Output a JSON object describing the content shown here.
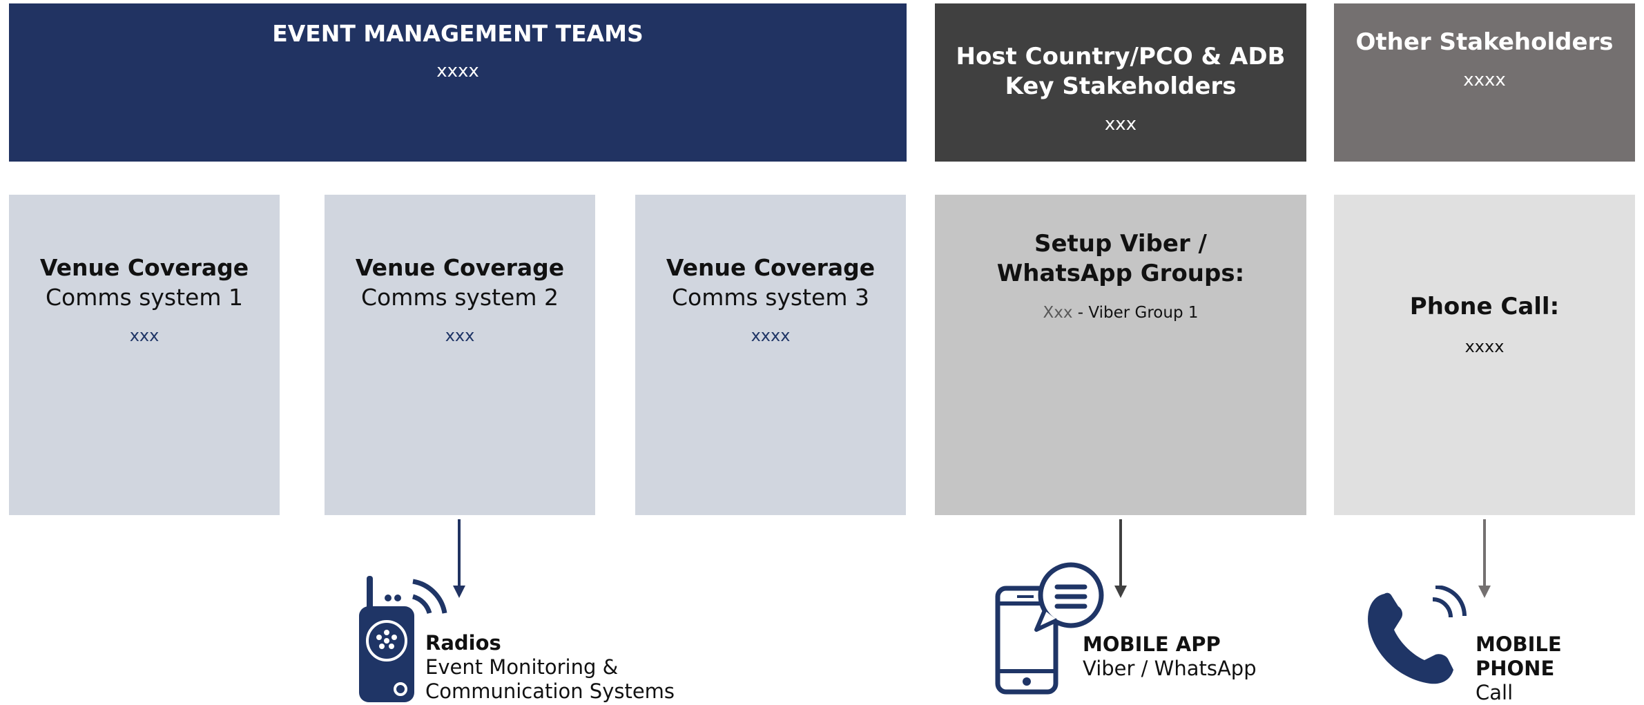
{
  "headers": {
    "event_teams": {
      "title": "EVENT MANAGEMENT TEAMS",
      "sub": "xxxx",
      "color": "#213362"
    },
    "host": {
      "title": "Host Country/PCO & ADB Key Stakeholders",
      "sub": "xxx",
      "color": "#404040"
    },
    "other": {
      "title": "Other Stakeholders",
      "sub": "xxxx",
      "color": "#747070"
    }
  },
  "venues": [
    {
      "title": "Venue Coverage",
      "system": "Comms system 1",
      "sub": "xxx"
    },
    {
      "title": "Venue Coverage",
      "system": "Comms system 2",
      "sub": "xxx"
    },
    {
      "title": "Venue Coverage",
      "system": "Comms system 3",
      "sub": "xxxx"
    }
  ],
  "viber_box": {
    "title": "Setup Viber / WhatsApp Groups:",
    "sub_lead": "Xxx",
    "sub_rest": " - Viber Group 1"
  },
  "phone_box": {
    "title": "Phone Call:",
    "sub": "xxxx"
  },
  "captions": {
    "radios": {
      "title": "Radios",
      "line1": "Event Monitoring &",
      "line2": "Communication Systems"
    },
    "mobile_app": {
      "title": "MOBILE APP",
      "line1": "Viber / WhatsApp"
    },
    "mobile_phone": {
      "title": "MOBILE PHONE",
      "line1": "Call"
    }
  },
  "colors": {
    "navy": "#1f3566",
    "venue_bg": "#d1d6df",
    "viber_bg": "#c5c5c5",
    "phone_bg": "#e0e0e0"
  },
  "icons": [
    "walkie-talkie-icon",
    "smartphone-chat-icon",
    "phone-handset-icon"
  ]
}
